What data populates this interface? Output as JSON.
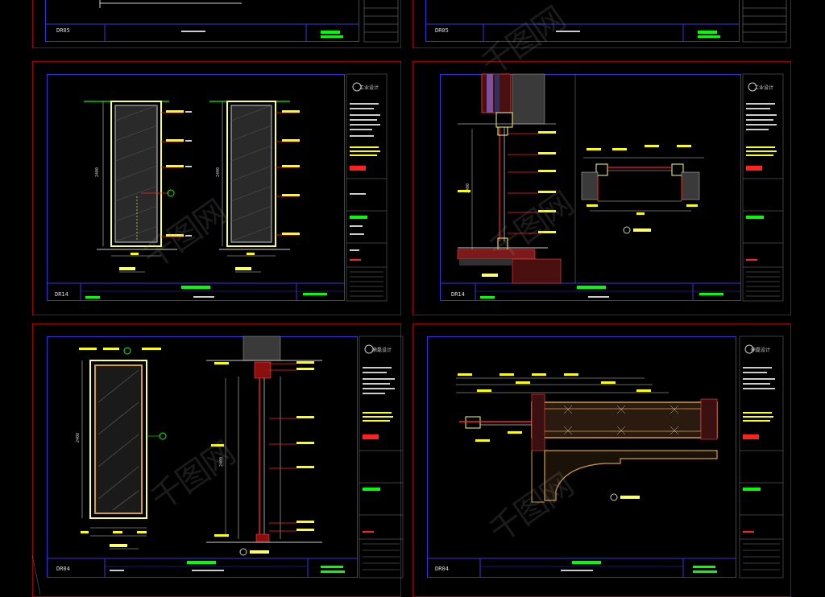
{
  "sheets": [
    {
      "id": "top-left",
      "code": "DR05"
    },
    {
      "id": "top-right",
      "code": "DR05"
    },
    {
      "id": "mid-left",
      "code": "DR14"
    },
    {
      "id": "mid-right",
      "code": "DR14"
    },
    {
      "id": "bottom-left",
      "code": "DR04"
    },
    {
      "id": "bottom-right",
      "code": "DR04"
    }
  ],
  "logo_text": "工业设计",
  "bottom_logo_text": "鼎磊设计",
  "watermark_text": "千图网",
  "colors": {
    "background": "#000000",
    "sheet_border": "#a00000",
    "frame_line": "#3333dd",
    "highlight": "#00ff00",
    "leader": "#ff0000",
    "accent": "#ffff00",
    "door_frame": "#ffff66"
  }
}
